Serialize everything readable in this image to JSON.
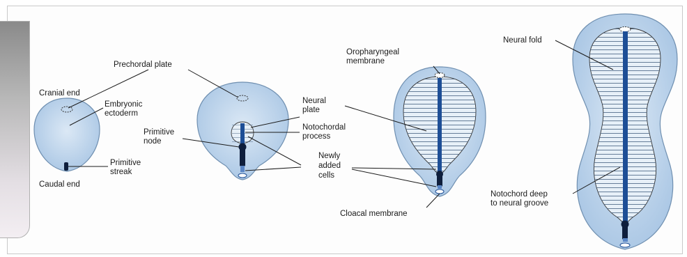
{
  "labels": {
    "prechordal_plate": "Prechordal plate",
    "cranial_end": "Cranial end",
    "embryonic_ectoderm_1": "Embryonic",
    "embryonic_ectoderm_2": "ectoderm",
    "primitive_streak_1": "Primitive",
    "primitive_streak_2": "streak",
    "caudal_end": "Caudal end",
    "primitive_node_1": "Primitive",
    "primitive_node_2": "node",
    "neural_plate_1": "Neural",
    "neural_plate_2": "plate",
    "notochordal_process_1": "Notochordal",
    "notochordal_process_2": "process",
    "newly_added_1": "Newly",
    "newly_added_2": "added",
    "newly_added_3": "cells",
    "oropharyngeal_1": "Oropharyngeal",
    "oropharyngeal_2": "membrane",
    "cloacal_membrane": "Cloacal membrane",
    "neural_fold": "Neural fold",
    "notochord_1": "Notochord deep",
    "notochord_2": "to neural groove"
  },
  "colors": {
    "disc_fill": "#c3d9ef",
    "disc_stroke": "#6f8fb0",
    "notochord": "#1d4e96",
    "node": "#0e1e3c",
    "plate_fill": "#e7f0f8"
  }
}
